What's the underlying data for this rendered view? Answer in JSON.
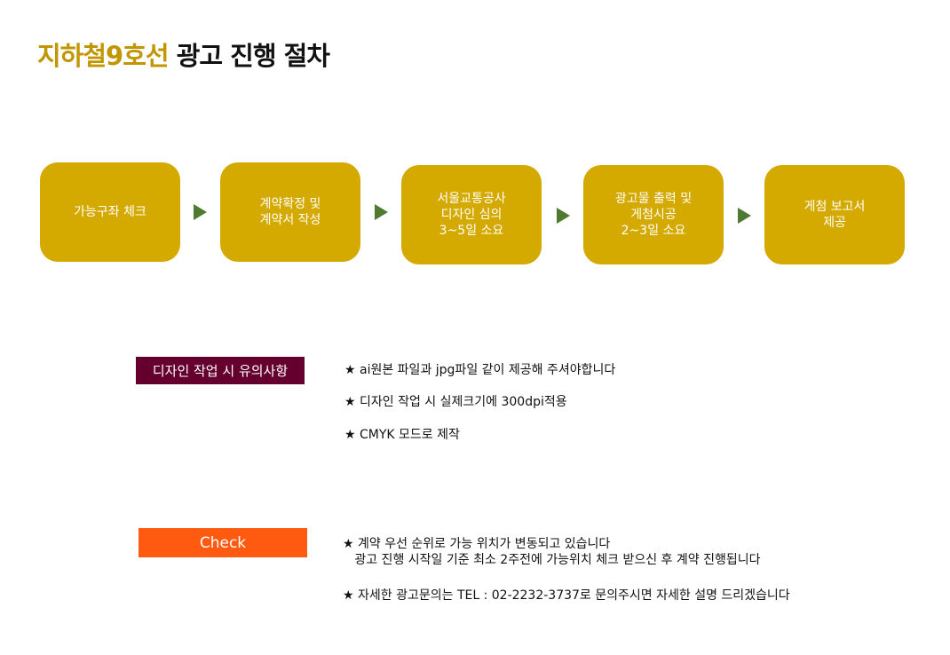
{
  "title": {
    "accent": "지하철9호선",
    "rest": "광고 진행 절차"
  },
  "colors": {
    "title_accent": "#c19600",
    "step_box": "#d4a900",
    "arrow": "#4f7a2f",
    "design_badge": "#65002e",
    "check_badge": "#ff5a0f"
  },
  "steps": [
    {
      "label": "가능구좌 체크"
    },
    {
      "label": "계약확정 및\n계약서 작성"
    },
    {
      "label": "서울교통공사\n디자인 심의\n3~5일 소요"
    },
    {
      "label": "광고물 출력 및\n게첨시공\n2~3일 소요"
    },
    {
      "label": "게첨 보고서\n제공"
    }
  ],
  "design_notes": {
    "badge": "디자인 작업 시 유의사항",
    "items": [
      "★ ai원본 파일과 jpg파일 같이 제공해 주셔야합니다",
      "★ 디자인 작업 시 실제크기에 300dpi적용",
      "★ CMYK 모드로 제작"
    ]
  },
  "check_notes": {
    "badge": "Check",
    "item1_line1": "★ 계약 우선 순위로 가능 위치가 변동되고 있습니다",
    "item1_line2": "   광고 진행 시작일 기준 최소 2주전에 가능위치 체크 받으신 후 계약 진행됩니다",
    "item2": "★ 자세한 광고문의는 TEL : 02-2232-3737로 문의주시면 자세한 설명 드리겠습니다"
  }
}
